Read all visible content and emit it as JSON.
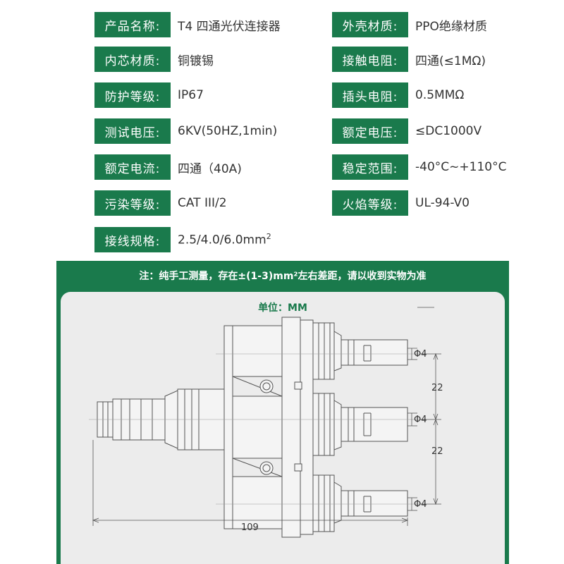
{
  "specs": [
    {
      "label": "产品名称:",
      "value": "T4 四通光伏连接器"
    },
    {
      "label": "外壳材质:",
      "value": "PPO绝缘材质"
    },
    {
      "label": "内芯材质:",
      "value": "铜镀锡"
    },
    {
      "label": "接触电阻:",
      "value": "四通(≤1MΩ)"
    },
    {
      "label": "防护等级:",
      "value": "IP67"
    },
    {
      "label": "插头电阻:",
      "value": "0.5MMΩ"
    },
    {
      "label": "测试电压:",
      "value": "6KV(50HZ,1min)"
    },
    {
      "label": "额定电压:",
      "value": "≤DC1000V"
    },
    {
      "label": "额定电流:",
      "value": "四通（40A)"
    },
    {
      "label": "稳定范围:",
      "value": "-40°C~+110°C"
    },
    {
      "label": "污染等级:",
      "value": "CAT  III/2"
    },
    {
      "label": "火焰等级:",
      "value": "UL-94-V0"
    },
    {
      "label": "接线规格:",
      "value": "2.5/4.0/6.0mm",
      "sup": "2"
    }
  ],
  "note": "注：纯手工测量，存在±(1-3)mm²左右差距，请以收到实物为准",
  "drawing": {
    "unit": "单位：MM",
    "dim_diameter": "Φ4",
    "dim_pitch": "22",
    "dim_length": "109"
  },
  "colors": {
    "accent": "#1a7a4c",
    "panel_bg": "#ececec",
    "text": "#333333"
  }
}
